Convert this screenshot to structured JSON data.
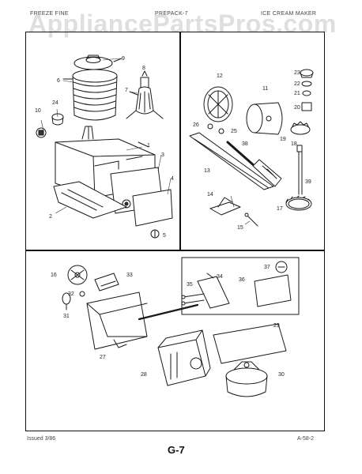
{
  "header": {
    "left": "FREEZE FINE",
    "center": "PREPACK-7",
    "right": "ICE CREAM MAKER"
  },
  "watermark": "AppliancePartsPros.com",
  "footer": {
    "issued": "Issued 3/86",
    "page_code": "A-58-2",
    "page_id": "G-7"
  },
  "callouts": {
    "p1": "1",
    "p2": "2",
    "p3": "3",
    "p4": "4",
    "p5": "5",
    "p6": "6",
    "p7": "7",
    "p8": "8",
    "p9": "9",
    "p10": "10",
    "p11": "11",
    "p12": "12",
    "p13": "13",
    "p14": "14",
    "p15": "15",
    "p16": "16",
    "p17": "17",
    "p18": "18",
    "p19": "19",
    "p20": "20",
    "p21": "21",
    "p22": "22",
    "p23": "23",
    "p24": "24",
    "p25": "25",
    "p26": "26",
    "p27": "27",
    "p28": "28",
    "p29": "29",
    "p30": "30",
    "p31": "31",
    "p32": "32",
    "p33": "33",
    "p34": "34",
    "p35": "35",
    "p36": "36",
    "p37": "37",
    "p38": "38",
    "p39": "39"
  }
}
